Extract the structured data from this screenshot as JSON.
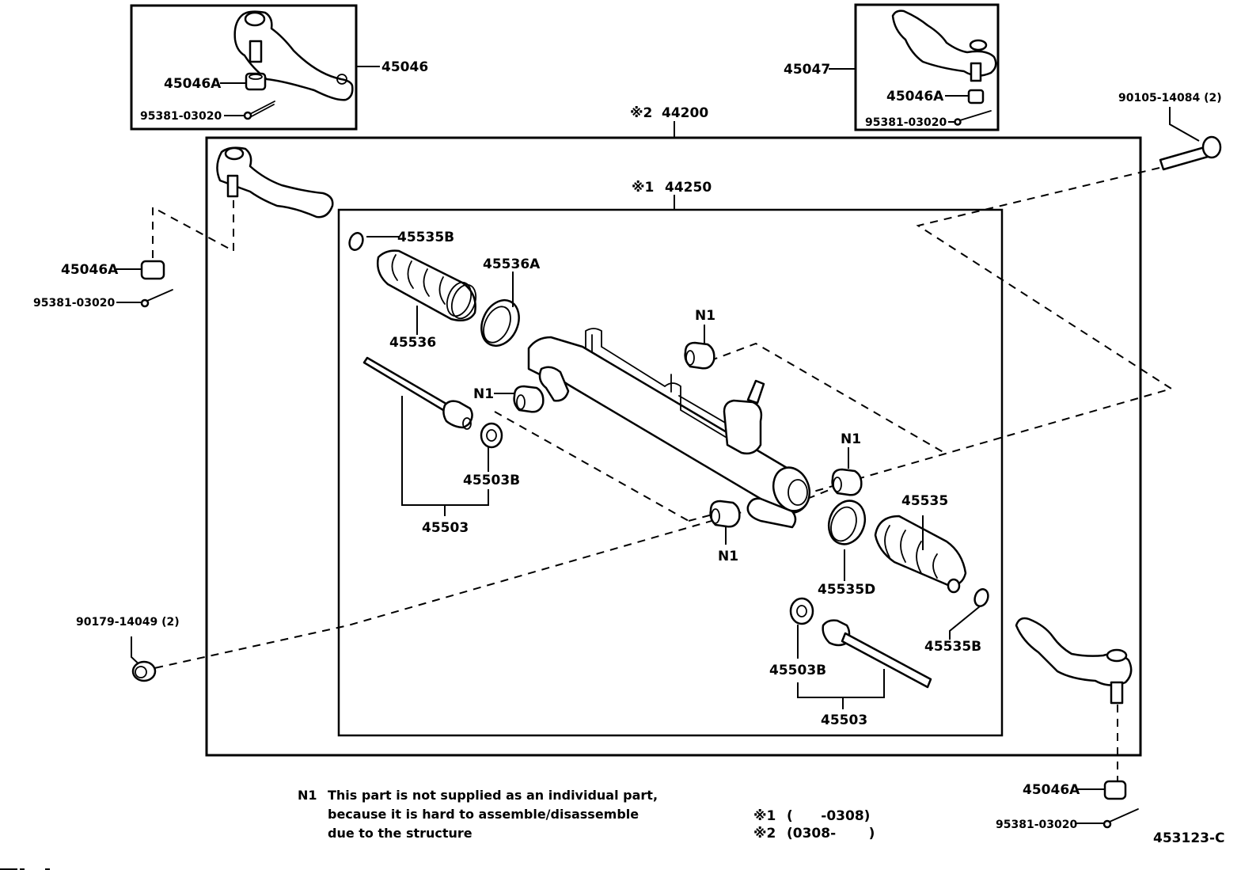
{
  "diagram": {
    "title_code": "453123-C",
    "assemblies": {
      "gear_assy": {
        "mark": "※2",
        "part_no": "44200"
      },
      "link_assy": {
        "mark": "※1",
        "part_no": "44250"
      }
    },
    "callouts": {
      "tie_rod_end_lh": "45046",
      "tie_rod_end_rh": "45047",
      "nut_top_left_box": "45046A",
      "cotter_top_left_box": "95381-03020",
      "nut_top_right_box": "45046A",
      "cotter_top_right_box": "95381-03020",
      "bolt_right": "90105-14084 (2)",
      "nut_left": "45046A",
      "cotter_left": "95381-03020",
      "clamp_left": "45535B",
      "boot_left": "45536",
      "clip_left": "45536A",
      "bushing_top": "N1",
      "bushing_left": "N1",
      "bushing_right": "N1",
      "bushing_bottom": "N1",
      "washer_left": "45503B",
      "rack_end_left": "45503",
      "boot_right": "45535",
      "clip_right": "45535D",
      "clamp_right": "45535B",
      "washer_right": "45503B",
      "rack_end_right": "45503",
      "nut_bolt_left": "90179-14049 (2)",
      "nut_bottom_right": "45046A",
      "cotter_bottom_right": "95381-03020"
    },
    "notes": {
      "n1_key": "N1",
      "n1_line1": "This part is not supplied as an individual part,",
      "n1_line2": "because it is hard to assemble/disassemble",
      "n1_line3": "due to the structure",
      "mark1": "※1",
      "mark1_range": "(      -0308)",
      "mark2": "※2",
      "mark2_range": "(0308-       )"
    }
  }
}
